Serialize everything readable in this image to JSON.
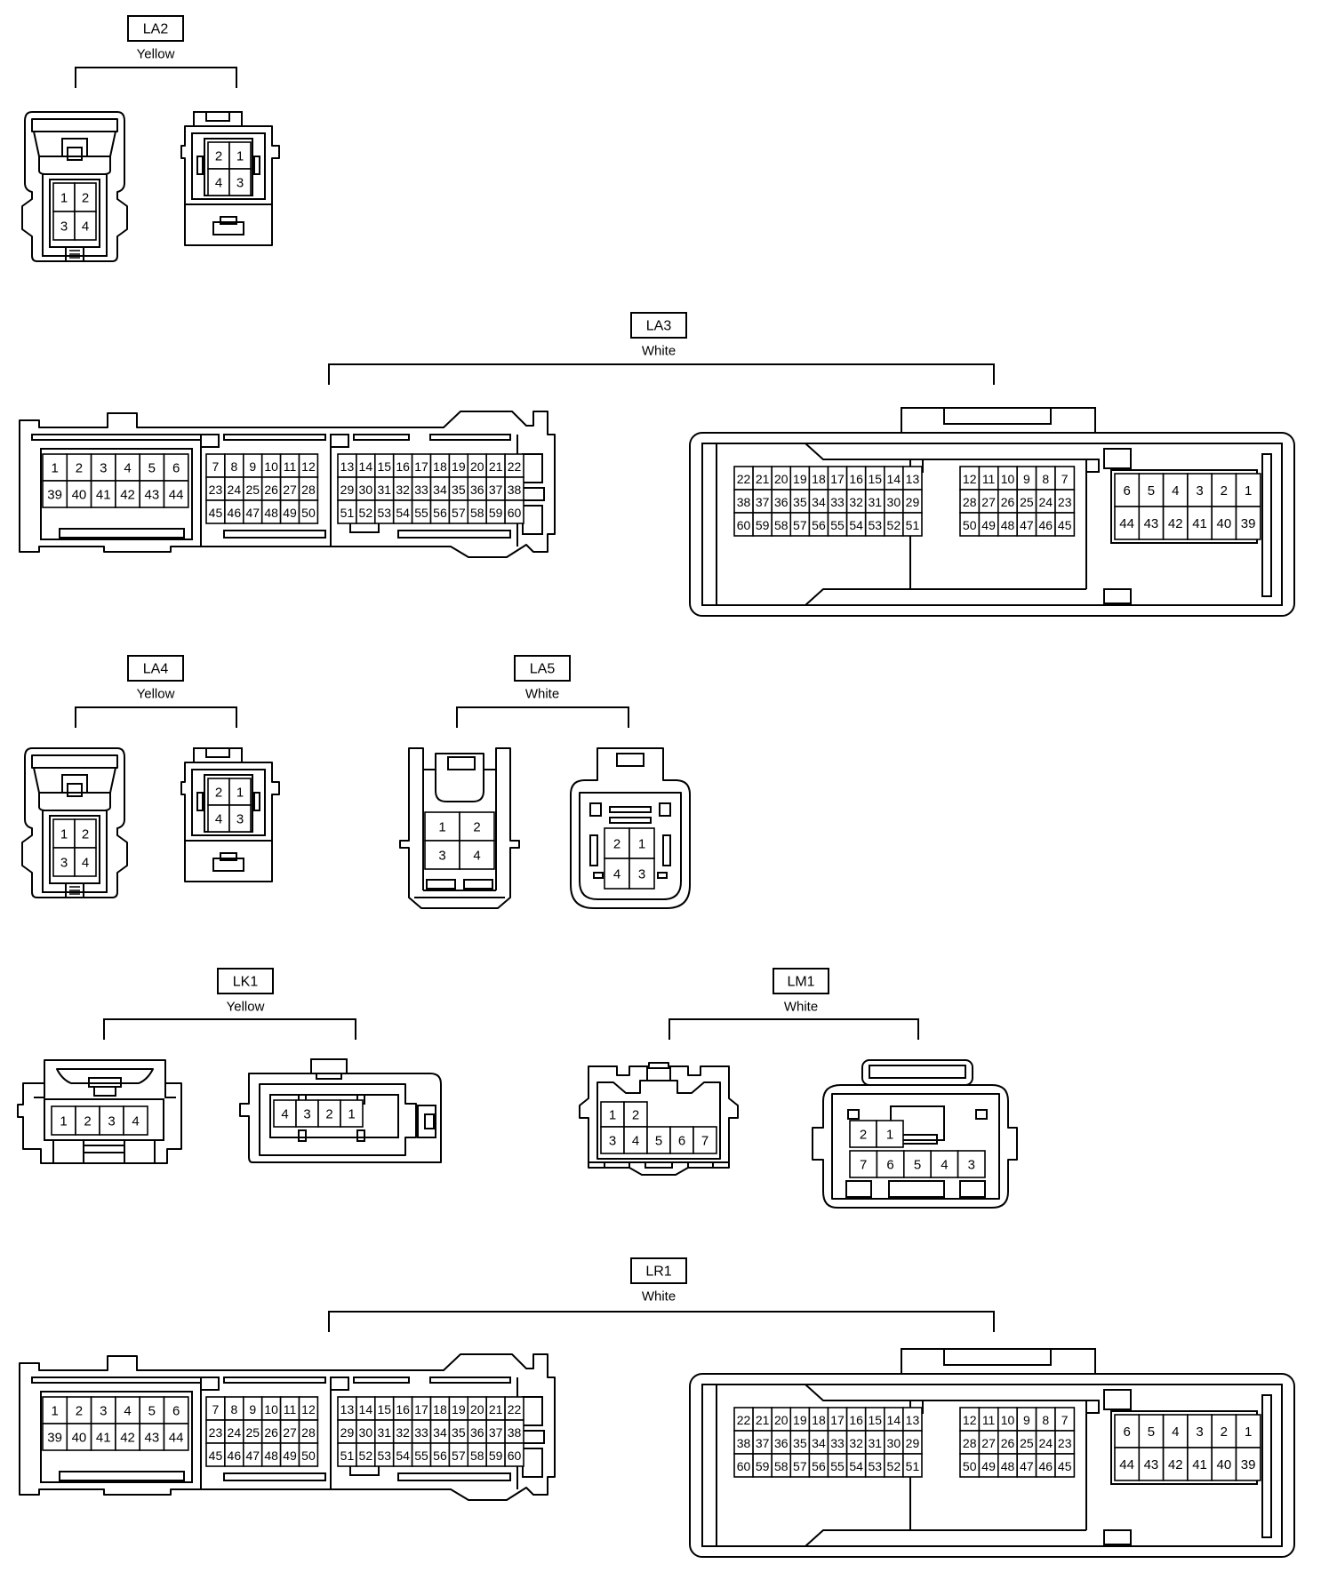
{
  "palette": {
    "ink": "#000000",
    "background": "#ffffff"
  },
  "groups": {
    "la2": {
      "code": "LA2",
      "color": "Yellow",
      "left": {
        "row1": [
          "1",
          "2"
        ],
        "row2": [
          "3",
          "4"
        ]
      },
      "right": {
        "row1": [
          "2",
          "1"
        ],
        "row2": [
          "4",
          "3"
        ]
      }
    },
    "la3": {
      "code": "LA3",
      "color": "White",
      "left": {
        "a1": [
          "1",
          "2",
          "3",
          "4",
          "5",
          "6"
        ],
        "a2": [
          "39",
          "40",
          "41",
          "42",
          "43",
          "44"
        ],
        "b1": [
          "7",
          "8",
          "9",
          "10",
          "11",
          "12"
        ],
        "b2": [
          "23",
          "24",
          "25",
          "26",
          "27",
          "28"
        ],
        "b3": [
          "45",
          "46",
          "47",
          "48",
          "49",
          "50"
        ],
        "c1": [
          "13",
          "14",
          "15",
          "16",
          "17",
          "18",
          "19",
          "20",
          "21",
          "22"
        ],
        "c2": [
          "29",
          "30",
          "31",
          "32",
          "33",
          "34",
          "35",
          "36",
          "37",
          "38"
        ],
        "c3": [
          "51",
          "52",
          "53",
          "54",
          "55",
          "56",
          "57",
          "58",
          "59",
          "60"
        ]
      },
      "right": {
        "a1": [
          "22",
          "21",
          "20",
          "19",
          "18",
          "17",
          "16",
          "15",
          "14",
          "13"
        ],
        "a2": [
          "38",
          "37",
          "36",
          "35",
          "34",
          "33",
          "32",
          "31",
          "30",
          "29"
        ],
        "a3": [
          "60",
          "59",
          "58",
          "57",
          "56",
          "55",
          "54",
          "53",
          "52",
          "51"
        ],
        "b1": [
          "12",
          "11",
          "10",
          "9",
          "8",
          "7"
        ],
        "b2": [
          "28",
          "27",
          "26",
          "25",
          "24",
          "23"
        ],
        "b3": [
          "50",
          "49",
          "48",
          "47",
          "46",
          "45"
        ],
        "c1": [
          "6",
          "5",
          "4",
          "3",
          "2",
          "1"
        ],
        "c2": [
          "44",
          "43",
          "42",
          "41",
          "40",
          "39"
        ]
      }
    },
    "la4": {
      "code": "LA4",
      "color": "Yellow",
      "left": {
        "row1": [
          "1",
          "2"
        ],
        "row2": [
          "3",
          "4"
        ]
      },
      "right": {
        "row1": [
          "2",
          "1"
        ],
        "row2": [
          "4",
          "3"
        ]
      }
    },
    "la5": {
      "code": "LA5",
      "color": "White",
      "left": {
        "row1": [
          "1",
          "2"
        ],
        "row2": [
          "3",
          "4"
        ]
      },
      "right": {
        "row1": [
          "2",
          "1"
        ],
        "row2": [
          "4",
          "3"
        ]
      }
    },
    "lk1": {
      "code": "LK1",
      "color": "Yellow",
      "left": {
        "row1": [
          "1",
          "2",
          "3",
          "4"
        ]
      },
      "right": {
        "row1": [
          "4",
          "3",
          "2",
          "1"
        ]
      }
    },
    "lm1": {
      "code": "LM1",
      "color": "White",
      "left": {
        "top": [
          "1",
          "2"
        ],
        "row2": [
          "3",
          "4",
          "5",
          "6",
          "7"
        ]
      },
      "right": {
        "top": [
          "2",
          "1"
        ],
        "row2": [
          "7",
          "6",
          "5",
          "4",
          "3"
        ]
      }
    },
    "lr1": {
      "code": "LR1",
      "color": "White",
      "left": {
        "a1": [
          "1",
          "2",
          "3",
          "4",
          "5",
          "6"
        ],
        "a2": [
          "39",
          "40",
          "41",
          "42",
          "43",
          "44"
        ],
        "b1": [
          "7",
          "8",
          "9",
          "10",
          "11",
          "12"
        ],
        "b2": [
          "23",
          "24",
          "25",
          "26",
          "27",
          "28"
        ],
        "b3": [
          "45",
          "46",
          "47",
          "48",
          "49",
          "50"
        ],
        "c1": [
          "13",
          "14",
          "15",
          "16",
          "17",
          "18",
          "19",
          "20",
          "21",
          "22"
        ],
        "c2": [
          "29",
          "30",
          "31",
          "32",
          "33",
          "34",
          "35",
          "36",
          "37",
          "38"
        ],
        "c3": [
          "51",
          "52",
          "53",
          "54",
          "55",
          "56",
          "57",
          "58",
          "59",
          "60"
        ]
      },
      "right": {
        "a1": [
          "22",
          "21",
          "20",
          "19",
          "18",
          "17",
          "16",
          "15",
          "14",
          "13"
        ],
        "a2": [
          "38",
          "37",
          "36",
          "35",
          "34",
          "33",
          "32",
          "31",
          "30",
          "29"
        ],
        "a3": [
          "60",
          "59",
          "58",
          "57",
          "56",
          "55",
          "54",
          "53",
          "52",
          "51"
        ],
        "b1": [
          "12",
          "11",
          "10",
          "9",
          "8",
          "7"
        ],
        "b2": [
          "28",
          "27",
          "26",
          "25",
          "24",
          "23"
        ],
        "b3": [
          "50",
          "49",
          "48",
          "47",
          "46",
          "45"
        ],
        "c1": [
          "6",
          "5",
          "4",
          "3",
          "2",
          "1"
        ],
        "c2": [
          "44",
          "43",
          "42",
          "41",
          "40",
          "39"
        ]
      }
    }
  }
}
